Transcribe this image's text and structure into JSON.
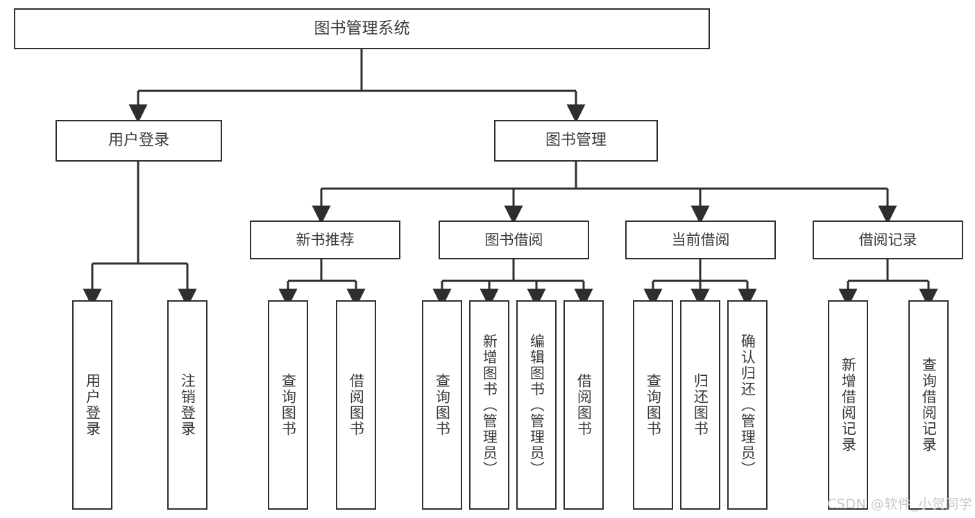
{
  "diagram": {
    "title": "图书管理系统",
    "type": "tree",
    "orientation": "top-down",
    "colors": {
      "box_border": "#2e2e2e",
      "box_fill": "#ffffff",
      "text": "#3a3a3a",
      "connector": "#2e2e2e",
      "watermark": "#c9c9c9",
      "background": "#ffffff"
    },
    "root": {
      "label": "图书管理系统"
    },
    "level2": [
      {
        "label": "用户登录"
      },
      {
        "label": "图书管理"
      }
    ],
    "level3": [
      {
        "label": "新书推荐"
      },
      {
        "label": "图书借阅"
      },
      {
        "label": "当前借阅"
      },
      {
        "label": "借阅记录"
      }
    ],
    "leaves": {
      "user_login": [
        {
          "label": "用户登录"
        },
        {
          "label": "注销登录"
        }
      ],
      "new_book_recommend": [
        {
          "label": "查询图书"
        },
        {
          "label": "借阅图书"
        }
      ],
      "book_borrow": [
        {
          "label": "查询图书"
        },
        {
          "label": "新增图书（管理员）"
        },
        {
          "label": "编辑图书（管理员）"
        },
        {
          "label": "借阅图书"
        }
      ],
      "current_borrow": [
        {
          "label": "查询图书"
        },
        {
          "label": "归还图书"
        },
        {
          "label": "确认归还（管理员）"
        }
      ],
      "borrow_record": [
        {
          "label": "新增借阅记录"
        },
        {
          "label": "查询借阅记录"
        }
      ]
    }
  },
  "watermark": {
    "text": "CSDN @软件_小贺同学"
  }
}
